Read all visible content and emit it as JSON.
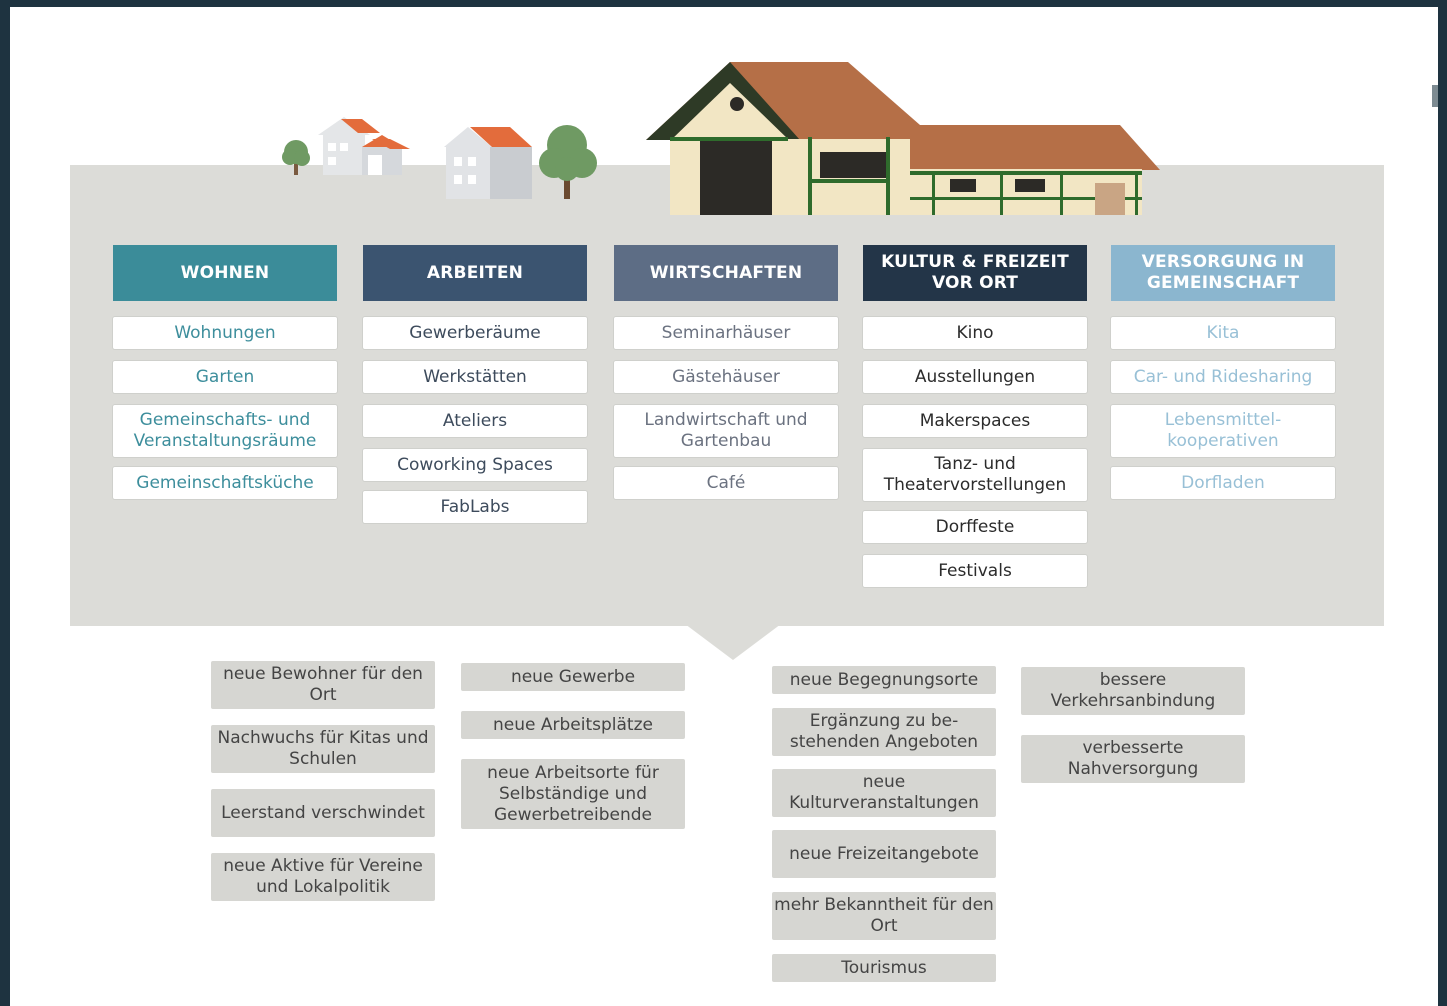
{
  "columns": [
    {
      "title": "WOHNEN",
      "color": "#3b8c99",
      "text_color": "#3d8e9c",
      "items": [
        "Wohnungen",
        "Garten",
        "Gemeinschafts- und Veranstaltungsräume",
        "Gemeinschaftsküche"
      ]
    },
    {
      "title": "ARBEITEN",
      "color": "#3b5470",
      "text_color": "#3d4b5c",
      "items": [
        "Gewerberäume",
        "Werkstätten",
        "Ateliers",
        "Coworking Spaces",
        "FabLabs"
      ]
    },
    {
      "title": "WIRTSCHAFTEN",
      "color": "#5d6d85",
      "text_color": "#6b7280",
      "items": [
        "Seminarhäuser",
        "Gästehäuser",
        "Landwirtschaft und Gartenbau",
        "Café"
      ]
    },
    {
      "title": "KULTUR & FREIZEIT VOR ORT",
      "color": "#233548",
      "text_color": "#2b2b2b",
      "items": [
        "Kino",
        "Ausstellungen",
        "Makerspaces",
        "Tanz- und Theatervorstellungen",
        "Dorffeste",
        "Festivals"
      ]
    },
    {
      "title": "VERSORGUNG IN GEMEINSCHAFT",
      "color": "#8bb6cf",
      "text_color": "#98c0d6",
      "items": [
        "Kita",
        "Car- und Ridesharing",
        "Lebensmittel-kooperativen",
        "Dorfladen"
      ]
    }
  ],
  "outcomes": [
    [
      "neue Bewohner für den Ort",
      "Nachwuchs für Kitas und Schulen",
      "Leerstand verschwindet",
      "neue Aktive für Vereine und Lokalpolitik"
    ],
    [
      "neue Gewerbe",
      "neue Arbeitsplätze",
      "neue Arbeitsorte für Selbständige und Gewerbetreibende"
    ],
    [
      "neue Begegnungsorte",
      "Ergänzung zu be-stehenden Angeboten",
      "neue Kulturveranstaltungen",
      "neue Freizeitangebote",
      "mehr Bekanntheit für den Ort",
      "Tourismus"
    ],
    [
      "bessere Verkehrsanbindung",
      "verbesserte Nahversorgung"
    ]
  ],
  "icons": [
    "tree-icon",
    "house-icon",
    "farmhouse-icon"
  ]
}
